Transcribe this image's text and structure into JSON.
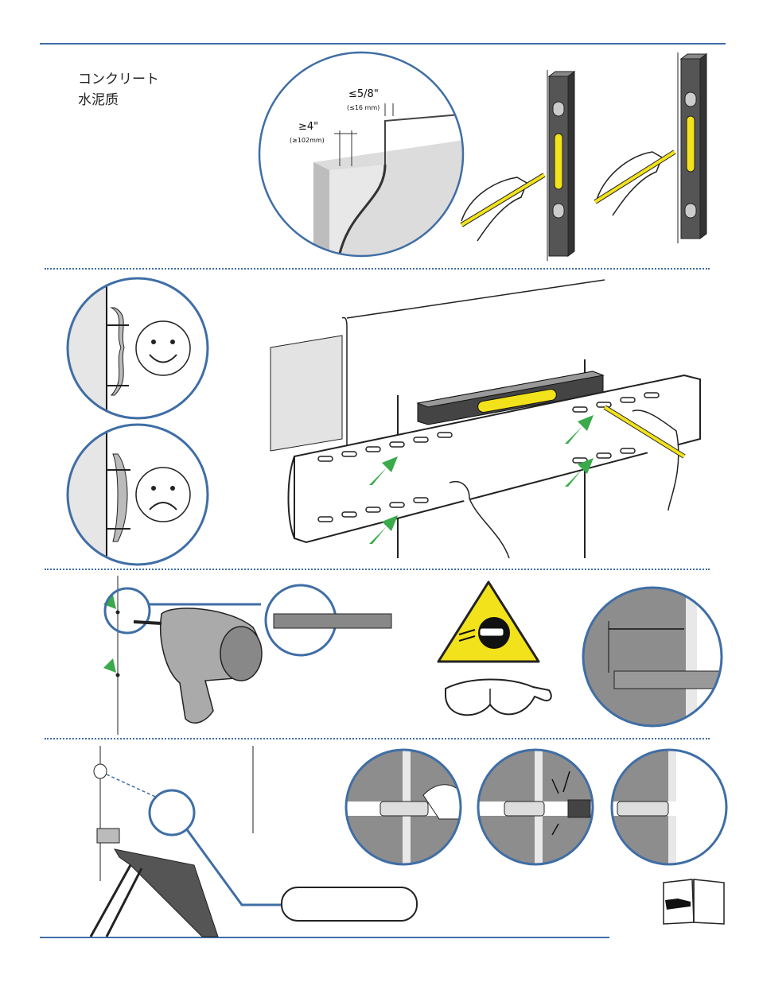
{
  "header": {
    "material_ja": "コンクリート",
    "material_zh": "水泥质"
  },
  "section1": {
    "max_thickness": "≤5/8\"",
    "max_thickness_mm": "(≤16 mm)",
    "min_depth": "≥4\"",
    "min_depth_mm": "(≥102mm)"
  },
  "colors": {
    "rule": "#3f6ea5",
    "arrow": "#3aaa4a",
    "warning": "#f2e21b"
  },
  "icons": [
    "smiley-face-icon",
    "frown-face-icon",
    "green-arrow-icon",
    "eye-protection-warning-icon",
    "safety-goggles-icon",
    "manual-reference-icon"
  ]
}
